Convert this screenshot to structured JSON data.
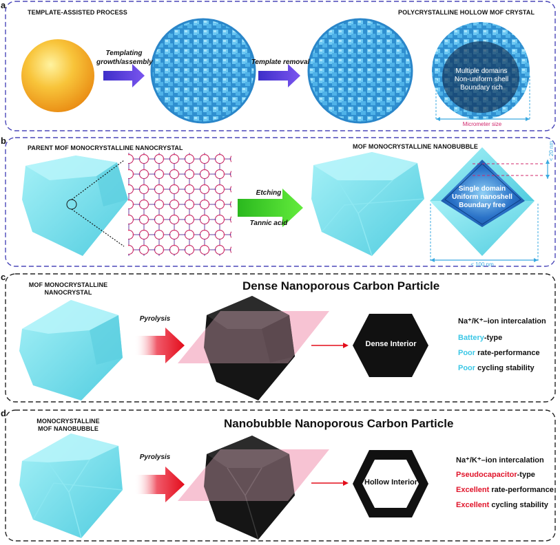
{
  "panels": {
    "a": {
      "letter": "a",
      "left_title": "TEMPLATE-ASSISTED PROCESS",
      "right_title": "POLYCRYSTALLINE HOLLOW MOF CRYSTAL",
      "arrow1_label": [
        "Templating",
        "growth/assembly"
      ],
      "arrow2_label": "Template removal",
      "features": [
        "Multiple domains",
        "Non-uniform shell",
        "Boundary rich"
      ],
      "scale_label": "Micrometer size"
    },
    "b": {
      "letter": "b",
      "left_title": "PARENT MOF MONOCRYSTALLINE NANOCRYSTAL",
      "right_title": "MOF MONOCRYSTALLINE NANOBUBBLE",
      "arrow_top_label": "Etching",
      "arrow_bottom_label": "Tannic acid",
      "features": [
        "Single domain",
        "Uniform nanoshell",
        "Boundary free"
      ],
      "thickness_label": "< 20 nm",
      "size_label": "< 100 nm"
    },
    "c": {
      "letter": "c",
      "left_title": [
        "MOF MONOCRYSTALLINE",
        "NANOCRYSTAL"
      ],
      "big_title": "Dense Nanoporous Carbon Particle",
      "arrow_label": "Pyrolysis",
      "hex_label": "Dense Interior",
      "properties": [
        {
          "highlight": "",
          "rest": "Na⁺/K⁺–ion intercalation"
        },
        {
          "highlight": "Battery",
          "rest": "-type"
        },
        {
          "highlight": "Poor",
          "rest": " rate-performance"
        },
        {
          "highlight": "Poor",
          "rest": " cycling stability"
        }
      ]
    },
    "d": {
      "letter": "d",
      "left_title": [
        "MONOCRYSTALLINE",
        "MOF NANOBUBBLE"
      ],
      "big_title": "Nanobubble Nanoporous Carbon Particle",
      "arrow_label": "Pyrolysis",
      "hex_label": "Hollow Interior",
      "properties": [
        {
          "highlight": "",
          "rest": "Na⁺/K⁺–ion intercalation"
        },
        {
          "highlight": "Pseudocapacitor",
          "rest": "-type"
        },
        {
          "highlight": "Excellent",
          "rest": " rate-performance"
        },
        {
          "highlight": "Excellent",
          "rest": " cycling stability"
        }
      ]
    }
  },
  "colors": {
    "panel_ab_border": "#4a47b8",
    "panel_cd_border": "#222222",
    "arrow_purple": "#5a3fd6",
    "arrow_green": "#39d12a",
    "arrow_red": "#e8101e",
    "crystal_blue": "#7ee0ec",
    "cube_blue": "#45b4e6",
    "highlight_cyan": "#3cc7e6",
    "highlight_red": "#e0142a",
    "scale_pink": "#d0246a",
    "scale_blue": "#3aa9e0",
    "sphere_orange": "#f5a623",
    "carbon_black": "#111111",
    "plane_pink": "#f6bfd0"
  }
}
